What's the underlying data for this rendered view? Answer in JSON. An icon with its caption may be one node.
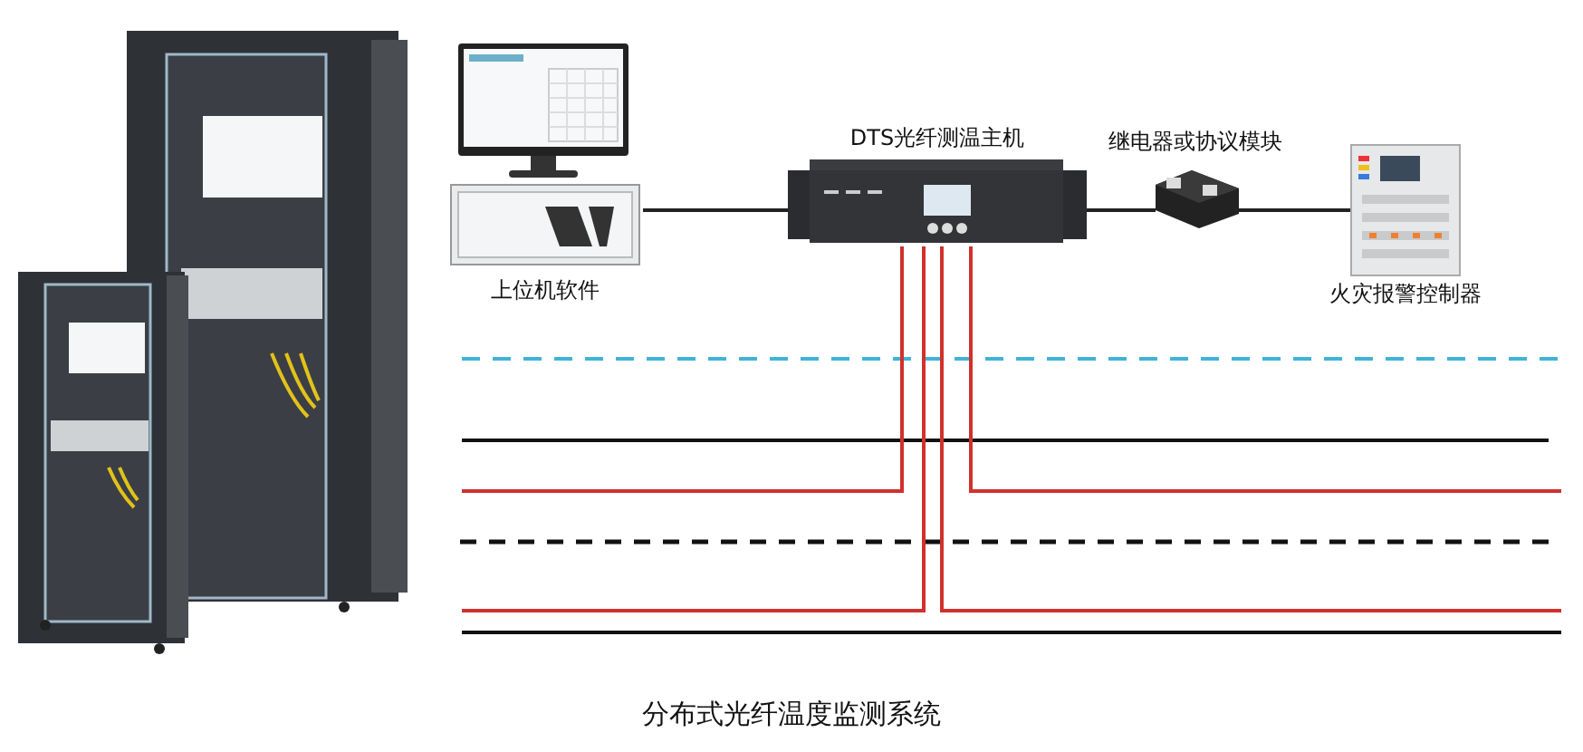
{
  "diagram": {
    "caption": "分布式光纤温度监测系统",
    "nodes": [
      {
        "text": [
          "上位机软件"
        ]
      },
      {
        "text": [
          "DTS光纤测温主机"
        ]
      },
      {
        "text": [
          "继电器或协议模块"
        ]
      },
      {
        "text": [
          "火灾报警控制器"
        ]
      }
    ],
    "edges": [
      {
        "from": 0,
        "to": 1,
        "arrow": "none",
        "color": "#222222"
      },
      {
        "from": 1,
        "to": 2,
        "arrow": "none",
        "color": "#222222"
      },
      {
        "from": 2,
        "to": 3,
        "arrow": "none",
        "color": "#222222"
      },
      {
        "from": 1,
        "to": null,
        "arrow": "none",
        "color": "#d0312d"
      },
      {
        "from": 1,
        "to": null,
        "arrow": "none",
        "color": "#d0312d"
      },
      {
        "from": 1,
        "to": null,
        "arrow": "none",
        "color": "#d0312d"
      },
      {
        "from": 1,
        "to": null,
        "arrow": "none",
        "color": "#d0312d"
      }
    ]
  }
}
